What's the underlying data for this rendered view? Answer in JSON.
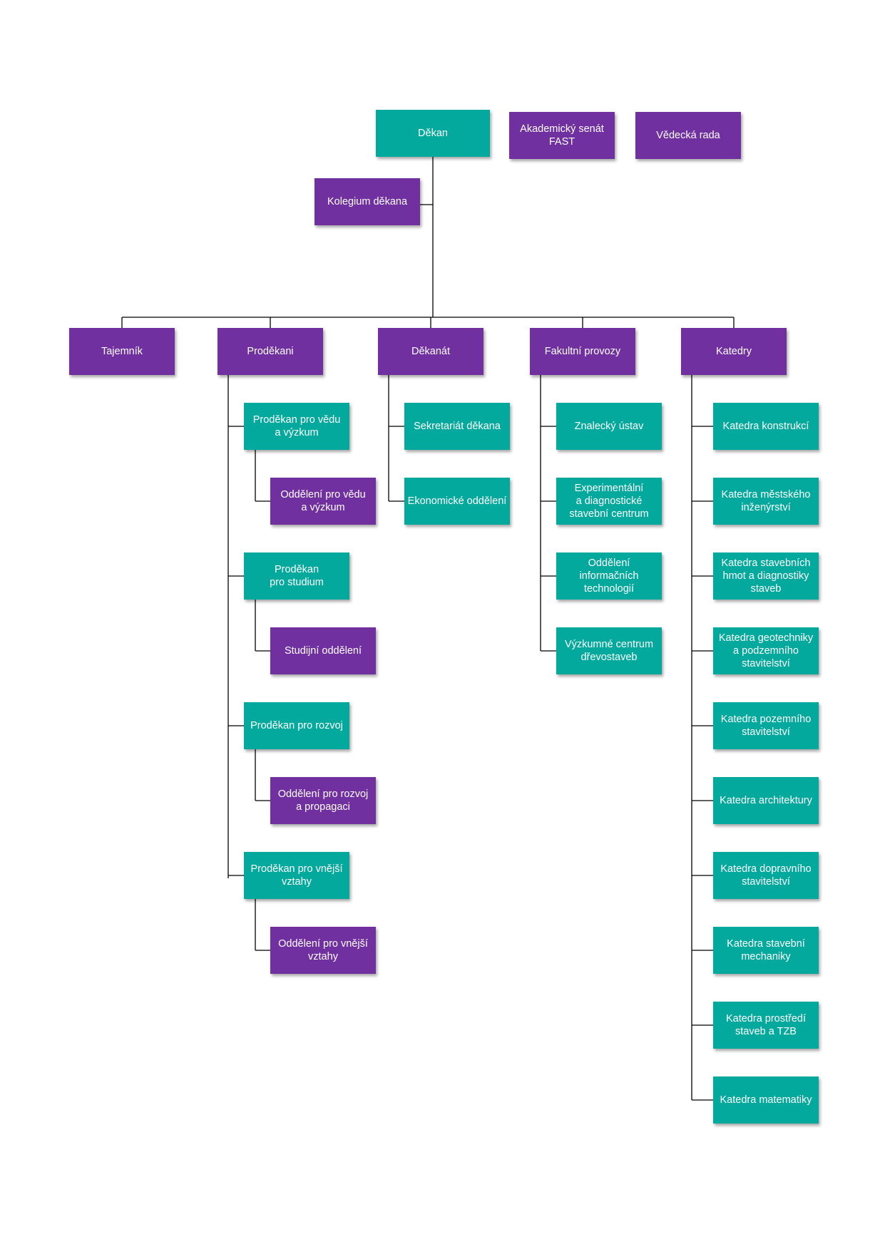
{
  "colors": {
    "teal": "#04A99E",
    "purple": "#7030A0",
    "connector": "#000000"
  },
  "top": {
    "dekan": "Děkan",
    "akademicky_senat": "Akademický senát\nFAST",
    "vedecka_rada": "Vědecká rada",
    "kolegium": "Kolegium děkana"
  },
  "divisions": {
    "tajemnik": "Tajemník",
    "prodekani": "Proděkani",
    "dekanat": "Děkanát",
    "fakultni_provozy": "Fakultní provozy",
    "katedry": "Katedry"
  },
  "prodekani": [
    {
      "label": "Proděkan pro vědu\na výzkum",
      "unit": "Oddělení pro vědu\na výzkum"
    },
    {
      "label": "Proděkan\npro studium",
      "unit": "Studijní oddělení"
    },
    {
      "label": "Proděkan pro rozvoj",
      "unit": "Oddělení pro rozvoj\na propagaci"
    },
    {
      "label": "Proděkan pro vnější\nvztahy",
      "unit": "Oddělení pro vnější\nvztahy"
    }
  ],
  "dekanat": [
    "Sekretariát děkana",
    "Ekonomické oddělení"
  ],
  "fakultni_provozy": [
    "Znalecký ústav",
    "Experimentální\na diagnostické\nstavební centrum",
    "Oddělení\ninformačních\ntechnologií",
    "Výzkumné centrum\ndřevostaveb"
  ],
  "katedry": [
    "Katedra konstrukcí",
    "Katedra městského\ninženýrství",
    "Katedra stavebních\nhmot a diagnostiky\nstaveb",
    "Katedra geotechniky\na podzemního\nstavitelství",
    "Katedra pozemního\nstavitelství",
    "Katedra architektury",
    "Katedra dopravního\nstavitelství",
    "Katedra stavební\nmechaniky",
    "Katedra prostředí\nstaveb a TZB",
    "Katedra matematiky"
  ]
}
